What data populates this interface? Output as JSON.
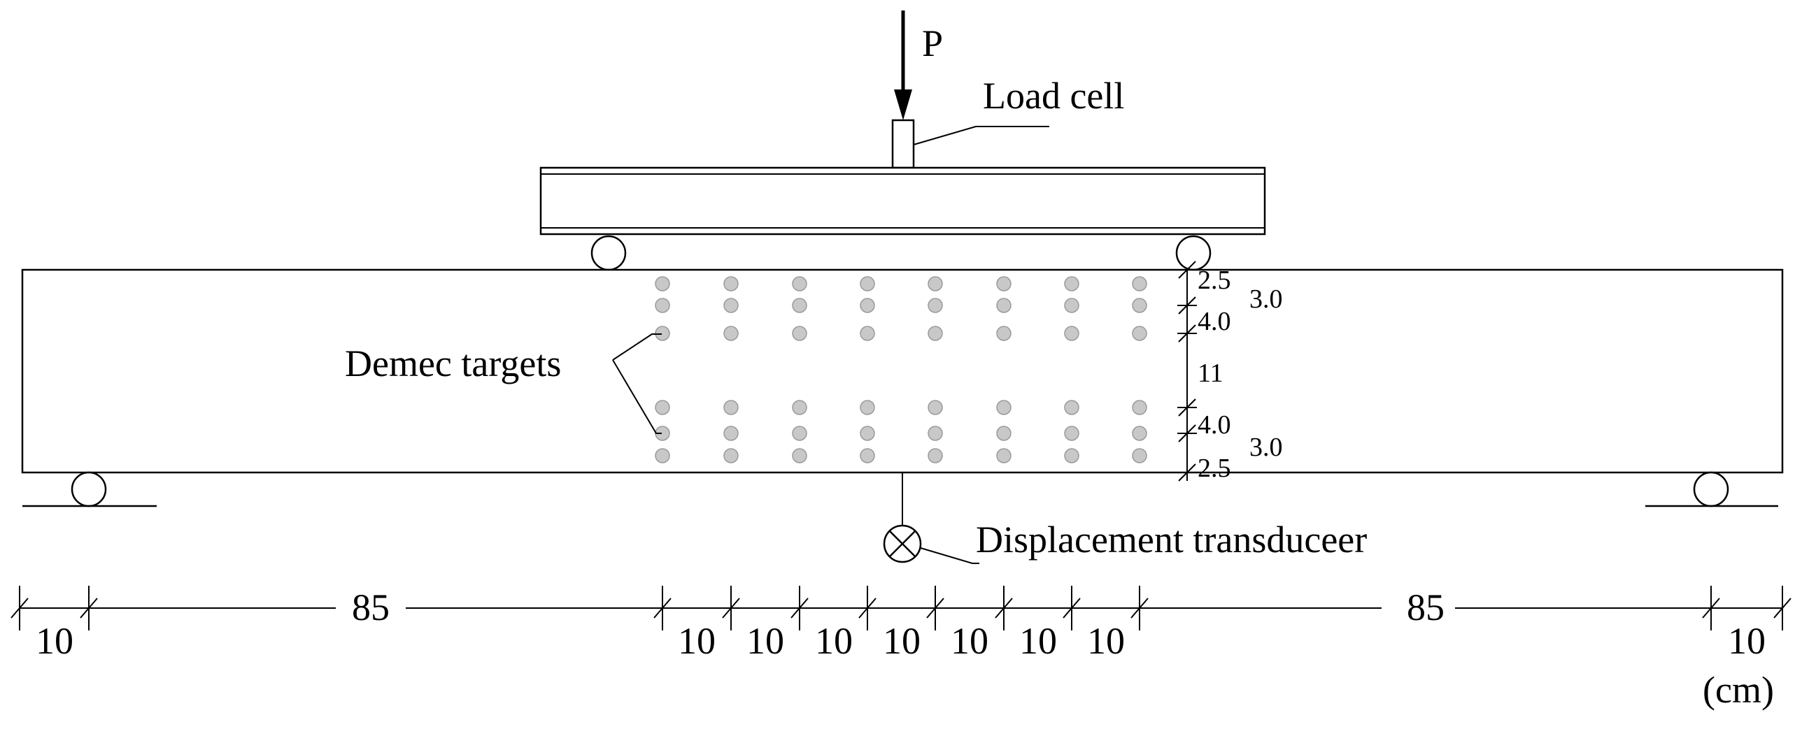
{
  "labels": {
    "load": "P",
    "load_cell": "Load cell",
    "demec_targets": "Demec targets",
    "displacement_transducer": "Displacement transduceer",
    "unit": "(cm)"
  },
  "span_dimensions": [
    "10",
    "85",
    "10",
    "10",
    "10",
    "10",
    "10",
    "10",
    "10",
    "85",
    "10"
  ],
  "target_spacing": {
    "top_edge": "2.5",
    "top_pair": "3.0",
    "top_gap": "4.0",
    "middle": "11",
    "bottom_gap": "4.0",
    "bottom_pair": "3.0",
    "bottom_edge": "2.5"
  },
  "colors": {
    "line": "#000000",
    "target_fill": "#c8c8c8",
    "target_stroke": "#9a9a9a"
  }
}
